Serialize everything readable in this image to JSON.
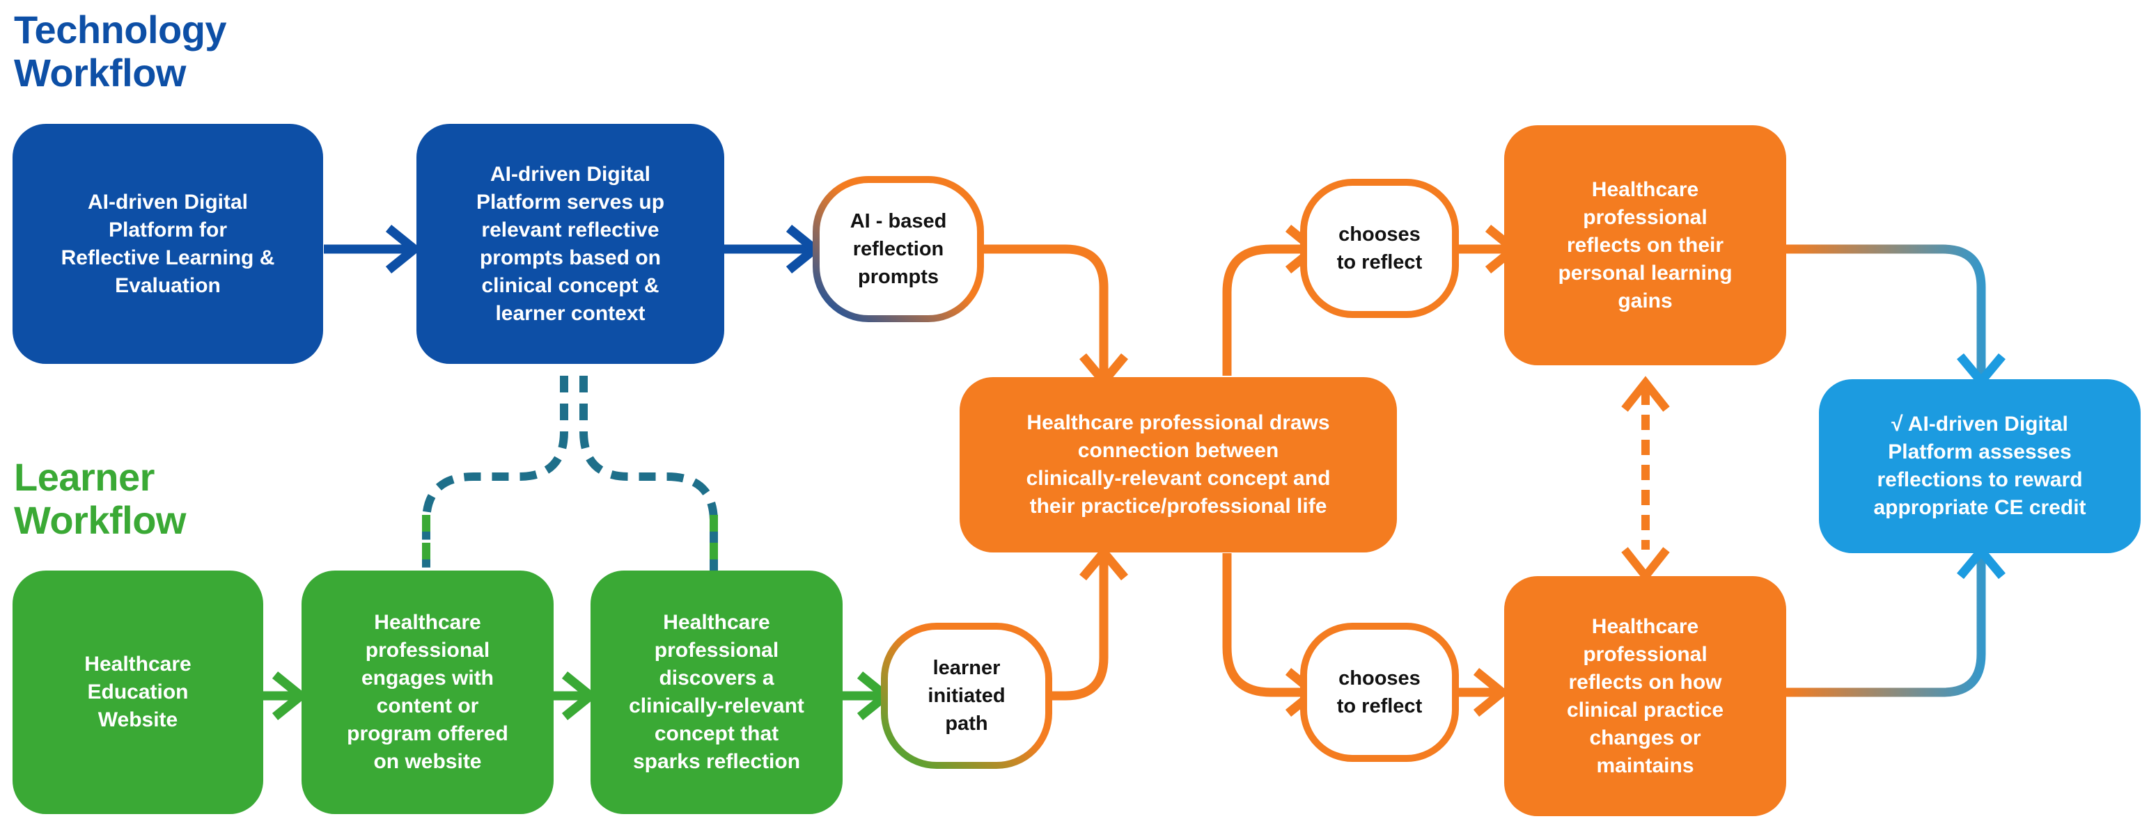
{
  "sections": {
    "technology": {
      "line1": "Technology",
      "line2": "Workflow",
      "color": "#0d4fa6"
    },
    "learner": {
      "line1": "Learner",
      "line2": "Workflow",
      "color": "#3aa935"
    }
  },
  "colors": {
    "tech_blue": "#0d4fa6",
    "learner_green": "#3aa935",
    "orange": "#f47c20",
    "sky_blue": "#1c9be0",
    "dashed_teal": "#1e6f8a"
  },
  "nodes": {
    "ai_platform": [
      "AI-driven Digital",
      "Platform for",
      "Reflective Learning &",
      "Evaluation"
    ],
    "ai_serves_prompts": [
      "AI-driven Digital",
      "Platform serves up",
      "relevant reflective",
      "prompts based on",
      "clinical concept &",
      "learner context"
    ],
    "ai_reflection_prompts": [
      "AI - based",
      "reflection",
      "prompts"
    ],
    "healthcare_website": [
      "Healthcare",
      "Education",
      "Website"
    ],
    "engages_content": [
      "Healthcare",
      "professional",
      "engages with",
      "content or",
      "program offered",
      "on website"
    ],
    "discovers_concept": [
      "Healthcare",
      "professional",
      "discovers a",
      "clinically-relevant",
      "concept that",
      "sparks reflection"
    ],
    "learner_initiated": [
      "learner",
      "initiated",
      "path"
    ],
    "draws_connection": [
      "Healthcare professional draws",
      "connection between",
      "clinically-relevant concept and",
      "their practice/professional life"
    ],
    "chooses_reflect_top": [
      "chooses",
      "to reflect"
    ],
    "chooses_reflect_bottom": [
      "chooses",
      "to reflect"
    ],
    "reflects_learning_gains": [
      "Healthcare",
      "professional",
      "reflects on their",
      "personal learning",
      "gains"
    ],
    "reflects_practice_changes": [
      "Healthcare",
      "professional",
      "reflects on how",
      "clinical practice",
      "changes or",
      "maintains"
    ],
    "assesses_reflections": [
      "√ AI-driven Digital",
      "Platform assesses",
      "reflections to reward",
      "appropriate CE credit"
    ]
  }
}
